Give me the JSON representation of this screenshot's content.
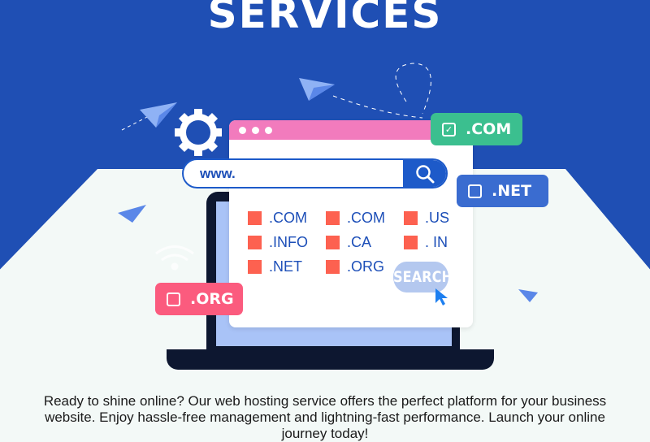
{
  "title": "SERVICES",
  "search": {
    "value": "www.",
    "icon": "search-icon"
  },
  "domains": [
    ".COM",
    ".COM",
    ".US",
    ".INFO",
    ".CA",
    ". IN",
    ".NET",
    ".ORG"
  ],
  "search_button": "SEARCH",
  "tags": {
    "com": ".COM",
    "net": ".NET",
    "org": ".ORG"
  },
  "colors": {
    "background": "#1f4fb4",
    "accent_pink": "#f27bbd",
    "domain_square": "#fd6150",
    "tag_com": "#3bbf8f",
    "tag_net": "#3a6cd0",
    "tag_org": "#fb5b7e"
  },
  "description": "Ready to shine online? Our web hosting service offers the perfect platform for your business website. Enjoy hassle-free management and lightning-fast performance. Launch your online journey today!"
}
